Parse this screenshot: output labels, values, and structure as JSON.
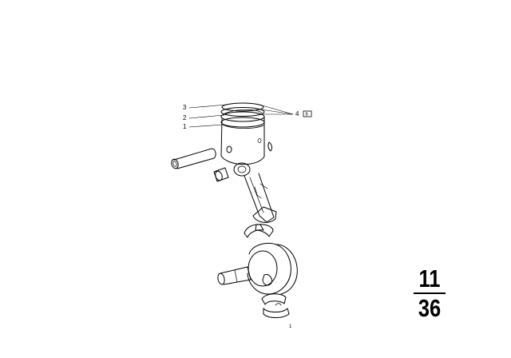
{
  "diagram": {
    "callouts": [
      "3",
      "2",
      "1",
      "4"
    ],
    "tag_label": "B",
    "base_marker": "1"
  },
  "page_ref": {
    "group": "11",
    "page": "36"
  }
}
